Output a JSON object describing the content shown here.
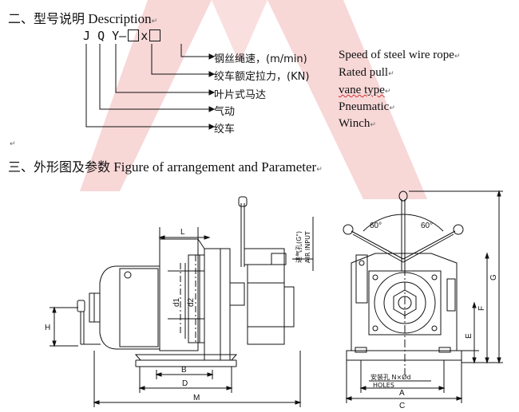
{
  "section2": {
    "title_cn": "二、型号说明",
    "title_en": "Description",
    "code_letters": [
      "J",
      "Q",
      "Y"
    ],
    "code_dash": "—",
    "code_x": "x",
    "legend": [
      {
        "cn": "钢丝绳速，(m/min)",
        "en": "Speed of steel wire rope"
      },
      {
        "cn": "绞车额定拉力，(KN)",
        "en": "Rated pull"
      },
      {
        "cn": "叶片式马达",
        "en": "vane type"
      },
      {
        "cn": "气动",
        "en": "Pneumatic"
      },
      {
        "cn": "绞车",
        "en": "Winch"
      }
    ]
  },
  "section3": {
    "title_cn": "三、外形图及参数",
    "title_en": "Figure of arrangement and Parameter"
  },
  "drawing": {
    "air_inlet_cn": "进气孔(G\")",
    "air_inlet_en": "AIR INPUT",
    "angle_left": "60°",
    "angle_right": "60°",
    "holes_cn": "安装孔 N×Ød",
    "holes_en": "HOLES",
    "dims": {
      "L": "L",
      "H": "H",
      "d1": "d1",
      "d2": "d2",
      "B": "B",
      "D": "D",
      "M": "M",
      "A": "A",
      "C": "C",
      "E": "E",
      "F": "F",
      "G": "G"
    }
  },
  "colors": {
    "watermark": "#f2b8b8",
    "ink": "#111111"
  }
}
